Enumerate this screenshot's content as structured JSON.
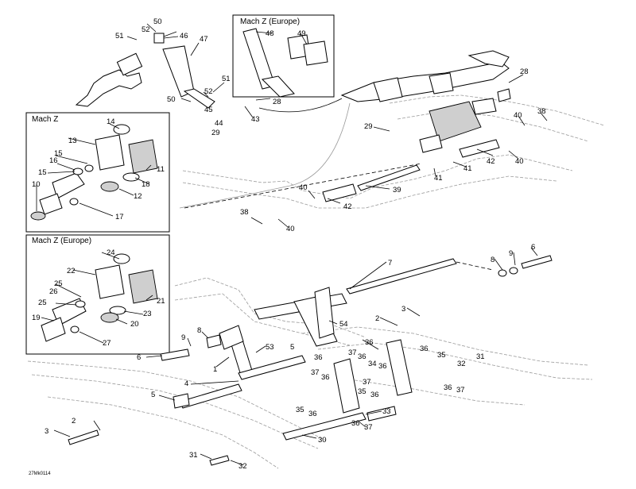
{
  "panels": {
    "mach_z": "Mach Z",
    "mach_z_europe_left": "Mach Z (Europe)",
    "mach_z_europe_top": "Mach Z (Europe)"
  },
  "reference_code": "27Mk0114",
  "callouts": [
    "1",
    "2",
    "3",
    "4",
    "5",
    "6",
    "7",
    "8",
    "9",
    "10",
    "11",
    "12",
    "13",
    "14",
    "15",
    "16",
    "17",
    "18",
    "19",
    "20",
    "21",
    "22",
    "23",
    "24",
    "25",
    "26",
    "27",
    "28",
    "29",
    "30",
    "31",
    "32",
    "33",
    "34",
    "35",
    "36",
    "37",
    "38",
    "39",
    "40",
    "41",
    "42",
    "43",
    "44",
    "45",
    "46",
    "47",
    "48",
    "49",
    "50",
    "51",
    "52",
    "53",
    "54"
  ]
}
